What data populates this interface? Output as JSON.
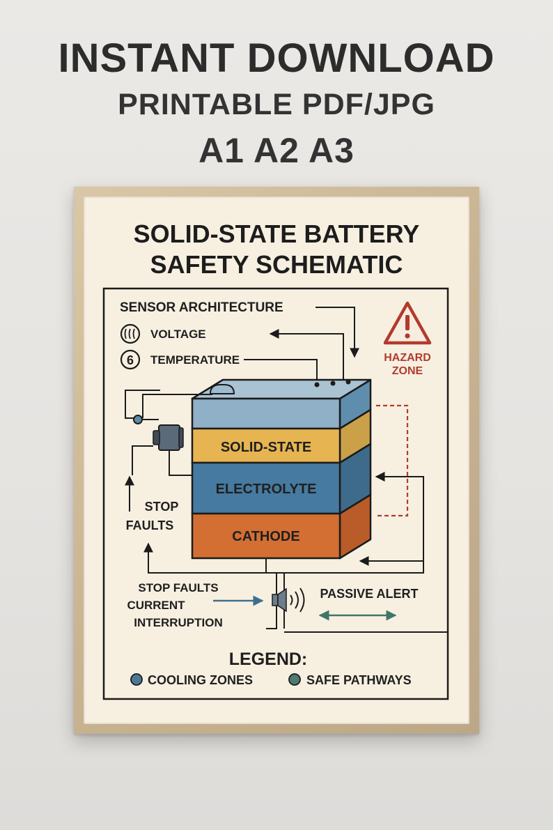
{
  "ad": {
    "line1": "INSTANT DOWNLOAD",
    "line2": "PRINTABLE PDF/JPG",
    "line3": "A1 A2 A3"
  },
  "poster": {
    "title_line1": "SOLID-STATE BATTERY",
    "title_line2": "SAFETY SCHEMATIC",
    "sensor_architecture": "SENSOR ARCHITECTURE",
    "voltage": "VOLTAGE",
    "temperature": "TEMPERATURE",
    "temperature_glyph": "6",
    "hazard_line1": "HAZARD",
    "hazard_line2": "ZONE",
    "layers": {
      "top": "SOLID-STATE",
      "middle": "ELECTROLYTE",
      "bottom": "CATHODE"
    },
    "stop_faults_left_line1": "STOP",
    "stop_faults_left_line2": "FAULTS",
    "stop_faults_bottom": "STOP FAULTS",
    "current": "CURRENT",
    "interruption": "INTERRUPTION",
    "passive_alert": "PASSIVE ALERT",
    "legend_title": "LEGEND:",
    "legend_items": [
      {
        "label": "COOLING ZONES",
        "color": "#4b7898"
      },
      {
        "label": "SAFE PATHWAYS",
        "color": "#4e7a72"
      }
    ],
    "colors": {
      "solid_state": "#e6b552",
      "electrolyte": "#467aa0",
      "cathode": "#d36f33",
      "hazard": "#b23b2c",
      "frame": "#c9b492",
      "paper": "#f7f0e1"
    }
  }
}
